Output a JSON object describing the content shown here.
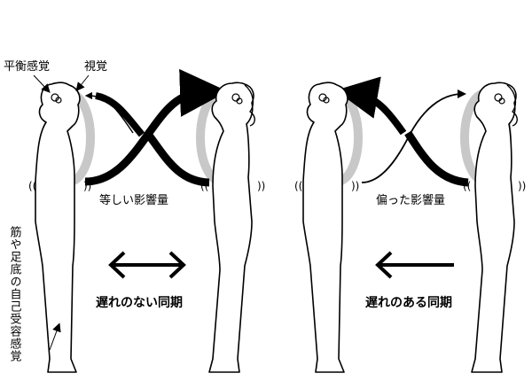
{
  "labels": {
    "balance": "平衡感覚",
    "vision": "視覚",
    "proprioception": "筋や足底の自己受容感覚",
    "equal_influence": "等しい影響量",
    "biased_influence": "偏った影響量",
    "sync_no_delay": "遅れのない同期",
    "sync_with_delay": "遅れのある同期"
  },
  "colors": {
    "loop": "#c8c8c8",
    "ink": "#000000",
    "background": "#ffffff"
  },
  "panels": [
    {
      "name": "left",
      "arrow_type": "double-headed",
      "lower_path_heavy": true,
      "upper_right_heavy": true
    },
    {
      "name": "right",
      "arrow_type": "left-pointing",
      "lower_path_heavy": true,
      "upper_right_heavy": false
    }
  ]
}
